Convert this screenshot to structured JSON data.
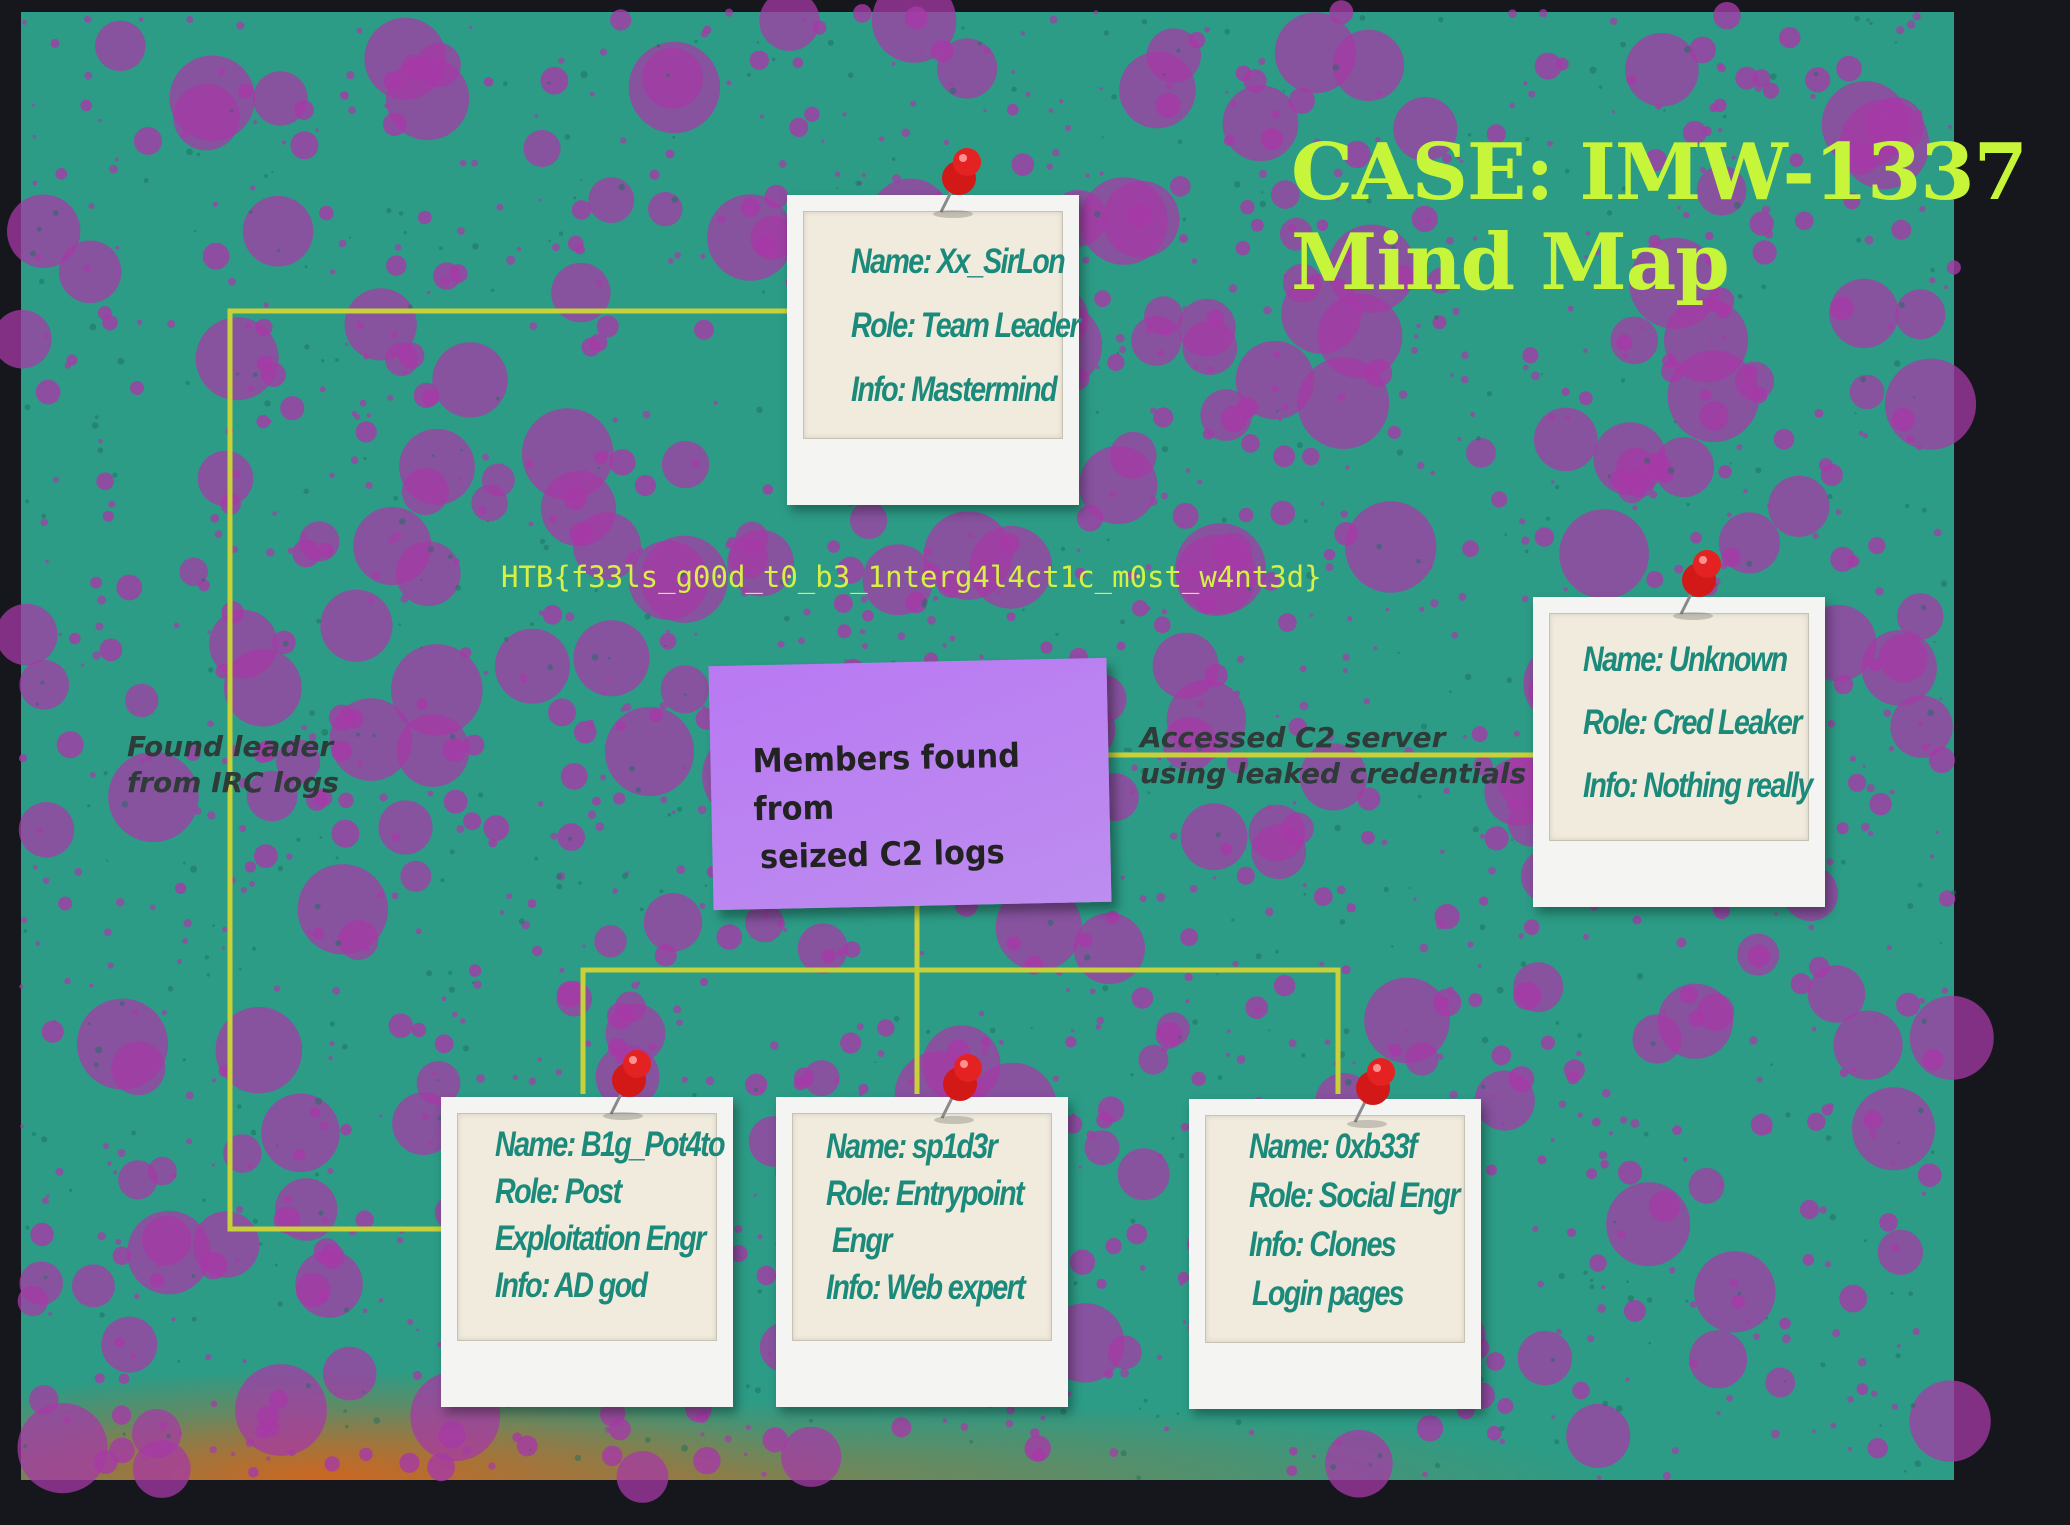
{
  "title": {
    "line1": "CASE: IMW-1337",
    "line2": "Mind Map"
  },
  "flag": "HTB{f33ls_g00d_t0_b3_1nterg4l4ct1c_m0st_w4nt3d}",
  "center_note": {
    "line1": "Members found from",
    "line2": "seized C2 logs"
  },
  "edge_labels": {
    "leader": {
      "line1": "Found leader",
      "line2": "from IRC logs"
    },
    "leaker": {
      "line1": "Accessed C2 server",
      "line2": "using leaked credentials"
    }
  },
  "cards": {
    "leader": {
      "lines": [
        "Name: Xx_SirLon",
        "Role: Team Leader",
        "Info: Mastermind"
      ]
    },
    "leaker": {
      "lines": [
        "Name: Unknown",
        "Role: Cred Leaker",
        "Info: Nothing really"
      ]
    },
    "potato": {
      "lines": [
        "Name: B1g_Pot4to",
        "Role: Post",
        "Exploitation Engr",
        "Info: AD god"
      ]
    },
    "spider": {
      "lines": [
        "Name: sp1d3r",
        "Role: Entrypoint",
        "Engr",
        "Info: Web expert"
      ]
    },
    "social": {
      "lines": [
        "Name: 0xb33f",
        "Role: Social Engr",
        "Info: Clones",
        "Login pages"
      ]
    }
  },
  "colors": {
    "board": "#2c9c86",
    "splatter": "#a63aa6",
    "title": "#c7f53a",
    "connector": "#c9d13a",
    "sticky": "#bb7ff2",
    "card_text": "#1c8a7a"
  }
}
